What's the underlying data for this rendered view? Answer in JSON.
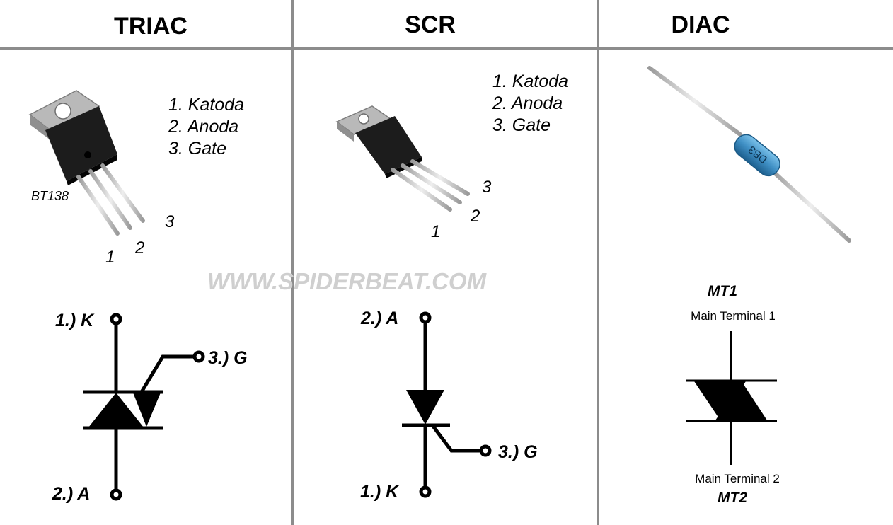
{
  "columns": {
    "triac": {
      "title": "TRIAC",
      "part_label": "BT138",
      "pin_list": [
        "1. Katoda",
        "2. Anoda",
        "3. Gate"
      ],
      "pin_numbers": [
        "1",
        "2",
        "3"
      ],
      "terminals": {
        "top": "1.)  K",
        "gate": "3.) G",
        "bottom": "2.) A"
      }
    },
    "scr": {
      "title": "SCR",
      "pin_list": [
        "1. Katoda",
        "2. Anoda",
        "3. Gate"
      ],
      "pin_numbers": [
        "1",
        "2",
        "3"
      ],
      "terminals": {
        "top": "2.)  A",
        "gate": "3.) G",
        "bottom": "1.)  K"
      }
    },
    "diac": {
      "title": "DIAC",
      "body_marking": "DB3",
      "terminal_top": "MT1",
      "terminal_top_desc": "Main Terminal 1",
      "terminal_bottom_desc": "Main Terminal 2",
      "terminal_bottom": "MT2"
    }
  },
  "watermark": "WWW.SPIDERBEAT.COM",
  "colors": {
    "divider": "#8c8c8c",
    "tab_metal": "#b9b9b9",
    "package_body": "#1c1c1c",
    "leads": "#c8c8c8",
    "diac_body": "#3f8fc4",
    "watermark": "#cfcfcf"
  }
}
